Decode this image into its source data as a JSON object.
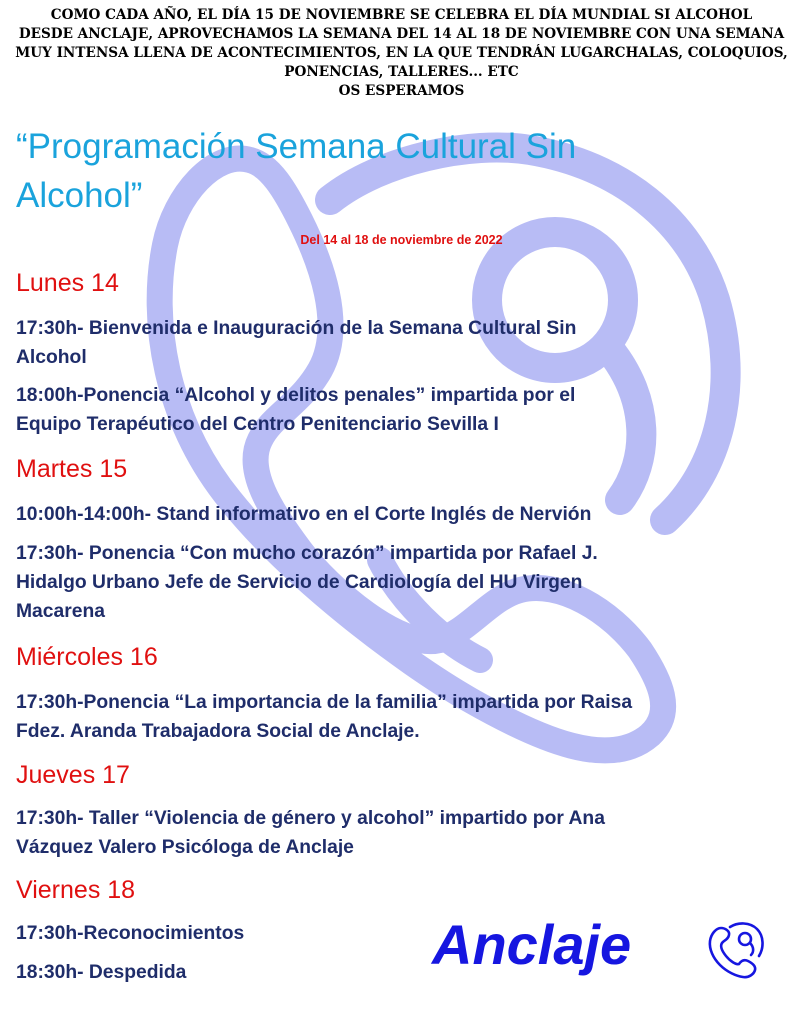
{
  "intro": {
    "lines": [
      "COMO CADA AÑO, EL DÍA 15 DE NOVIEMBRE SE CELEBRA EL DÍA MUNDIAL SI ALCOHOL",
      "DESDE ANCLAJE, APROVECHAMOS LA SEMANA DEL 14 AL 18 DE NOVIEMBRE CON UNA SEMANA",
      "MUY INTENSA LLENA DE  ACONTECIMIENTOS, EN LA QUE TENDRÁN LUGARCHALAS, COLOQUIOS,",
      "PONENCIAS, TALLERES... ETC",
      "OS ESPERAMOS"
    ]
  },
  "title": {
    "line1": "“Programación Semana Cultural Sin",
    "line2": "Alcohol”"
  },
  "dates": "Del 14 al 18 de noviembre de 2022",
  "days": [
    {
      "name": "Lunes 14",
      "items": [
        [
          "17:30h- Bienvenida e Inauguración de la Semana Cultural Sin",
          "Alcohol"
        ],
        [
          "18:00h-Ponencia “Alcohol y delitos penales” impartida por el",
          "Equipo Terapéutico del Centro Penitenciario Sevilla I"
        ]
      ]
    },
    {
      "name": "Martes 15",
      "items": [
        [
          "10:00h-14:00h- Stand informativo en el Corte Inglés de Nervión"
        ],
        [
          "17:30h- Ponencia “Con mucho corazón” impartida por Rafael J.",
          "Hidalgo Urbano Jefe de Servicio de Cardiología del HU Virgen",
          "Macarena"
        ]
      ]
    },
    {
      "name": "Miércoles 16",
      "items": [
        [
          "17:30h-Ponencia “La importancia de la familia” impartida por Raisa",
          "Fdez. Aranda Trabajadora Social de Anclaje."
        ]
      ]
    },
    {
      "name": "Jueves 17",
      "items": [
        [
          "17:30h- Taller “Violencia de género y alcohol” impartido por Ana",
          "Vázquez Valero Psicóloga de Anclaje"
        ]
      ]
    },
    {
      "name": "Viernes 18",
      "items": [
        [
          "17:30h-Reconocimientos"
        ],
        [
          "18:30h- Despedida"
        ]
      ]
    }
  ],
  "logo": {
    "text": "Anclaje",
    "icon": "phone-handset-icon",
    "color": "#1616e0"
  },
  "colors": {
    "title": "#1aa3dc",
    "day": "#e01010",
    "item": "#1f2d6a",
    "watermark": "#b8bcf5"
  }
}
